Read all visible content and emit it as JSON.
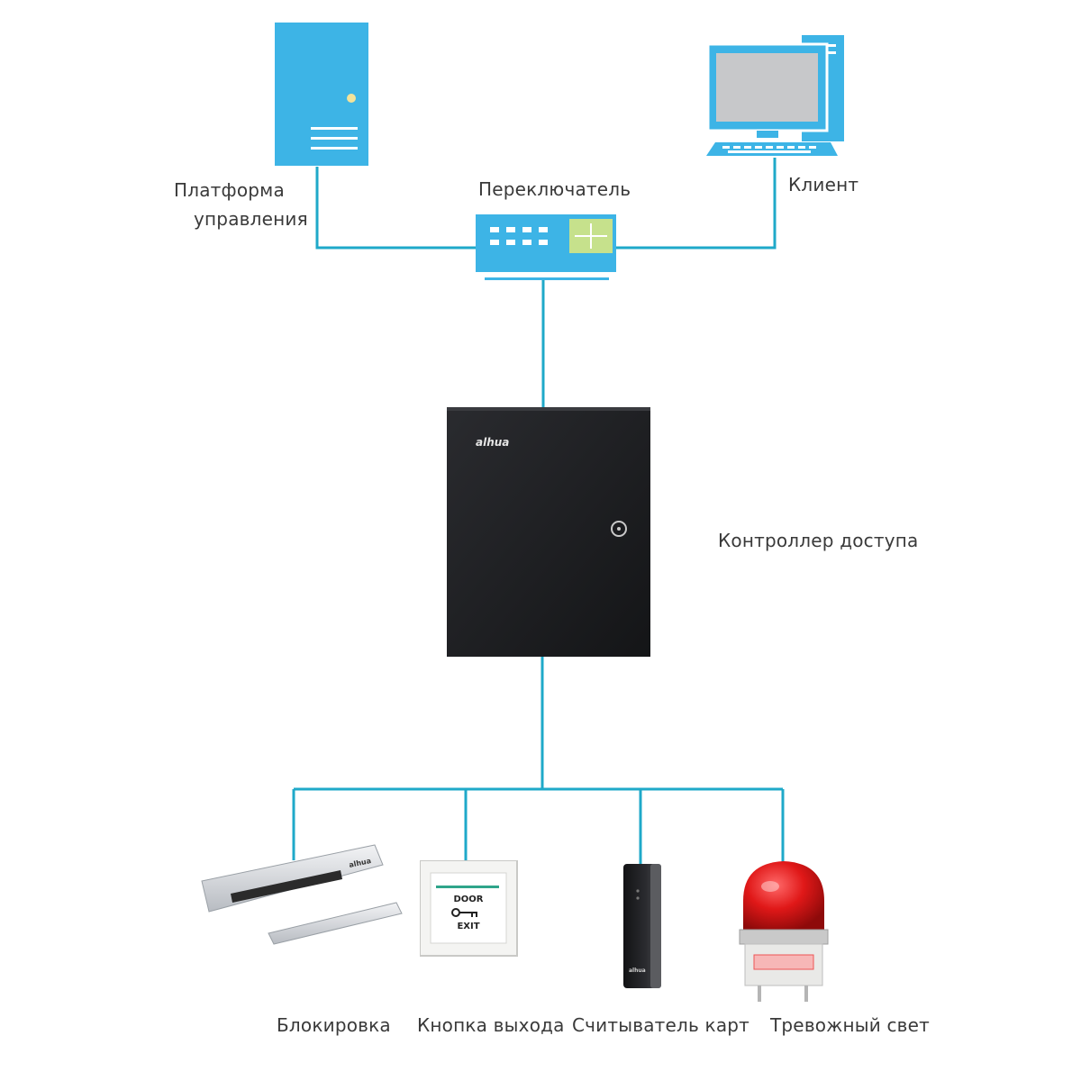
{
  "colors": {
    "line": "#1fa9c9",
    "device_blue": "#3db4e6",
    "controller": "#1e1f22"
  },
  "labels": {
    "platform_line1": "Платформа",
    "platform_line2": "управления",
    "switch": "Переключатель",
    "client": "Клиент",
    "controller": "Контроллер доступа",
    "lock": "Блокировка",
    "exit_button": "Кнопка выхода",
    "card_reader": "Считыватель карт",
    "alarm_light": "Тревожный свет"
  },
  "logos": {
    "controller_brand": "alhua",
    "lock_brand": "alhua",
    "reader_brand": "alhua"
  },
  "exit_button": {
    "top_text": "DOOR",
    "bottom_text": "EXIT"
  },
  "icons": {
    "server": "server-icon",
    "switch": "network-switch-icon",
    "client": "desktop-computer-icon",
    "controller": "access-controller-icon",
    "lock": "magnetic-lock-icon",
    "exit_button": "exit-button-icon",
    "card_reader": "card-reader-icon",
    "alarm_light": "alarm-light-icon"
  }
}
